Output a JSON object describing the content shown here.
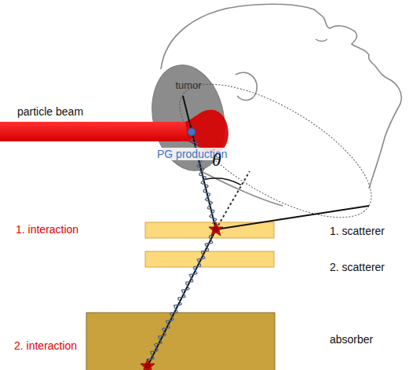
{
  "diagram": {
    "nodes": [
      {
        "text": [
          "tumor"
        ]
      },
      {
        "text": [
          "particle beam"
        ]
      }
    ],
    "labels": [
      "PG production",
      "θ",
      "1. interaction",
      "1. scatterer",
      "2. scatterer",
      "2. interaction",
      "absorber"
    ]
  }
}
